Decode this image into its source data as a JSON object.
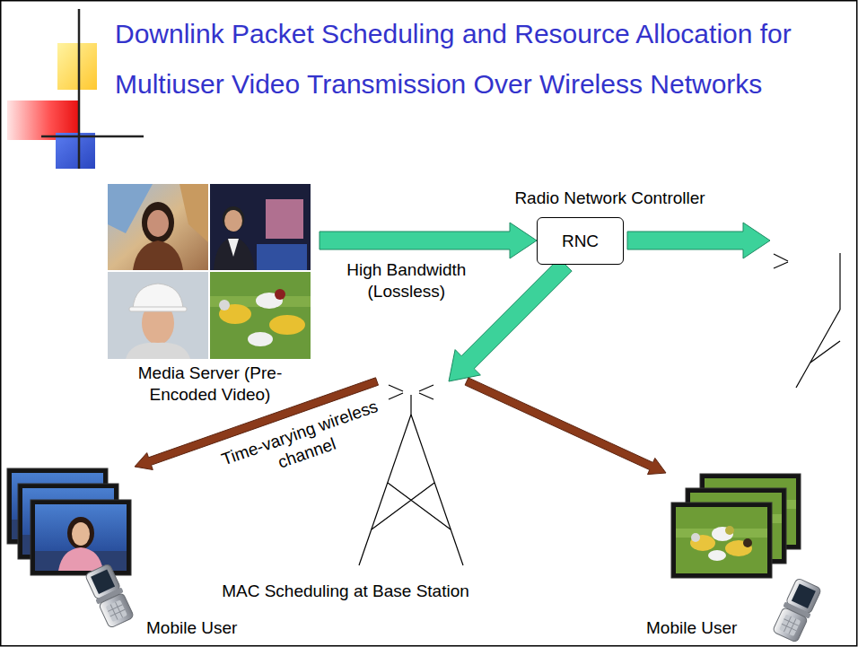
{
  "diagram": {
    "title": "Downlink Packet Scheduling and Resource Allocation for Multiuser Video Transmission Over Wireless Networks",
    "nodes": [
      {
        "text": [
          "Media Server (Pre-Encoded Video)"
        ]
      },
      {
        "text": [
          "Radio Network Controller",
          "RNC"
        ]
      },
      {
        "text": [
          "MAC Scheduling at Base Station"
        ]
      },
      {
        "text": [
          "Mobile User"
        ]
      },
      {
        "text": [
          "Mobile User"
        ]
      }
    ],
    "edges": [
      {
        "from": 0,
        "to": 1,
        "arrow": "to",
        "label": "High Bandwidth (Lossless)"
      },
      {
        "from": 1,
        "to": 2,
        "arrow": "to"
      },
      {
        "from": 2,
        "to": 3,
        "arrow": "to",
        "label": "Time-varying wireless channel"
      },
      {
        "from": 2,
        "to": 4,
        "arrow": "to"
      }
    ]
  }
}
